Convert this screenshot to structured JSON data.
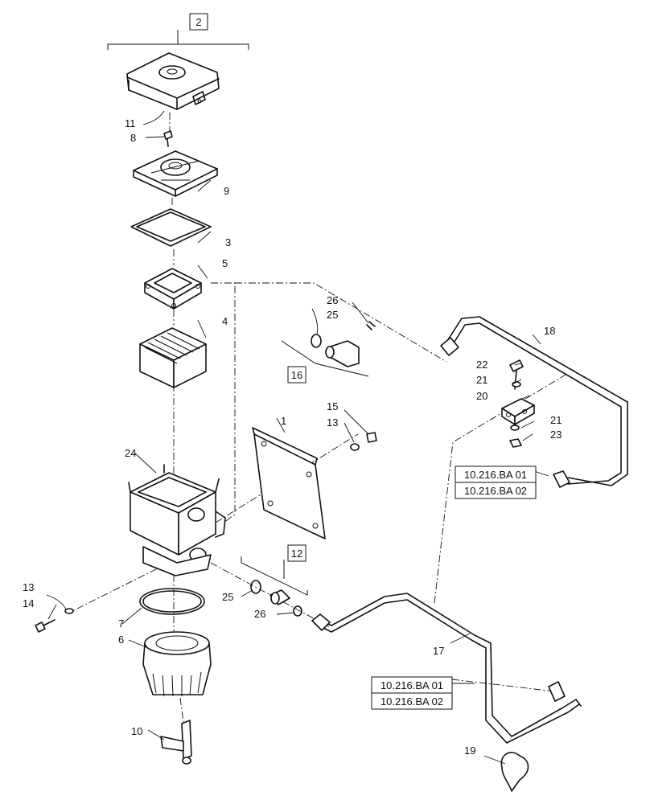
{
  "assembly_groups": [
    {
      "id": "group-2",
      "label": "2"
    },
    {
      "id": "group-12",
      "label": "12"
    },
    {
      "id": "group-16",
      "label": "16"
    }
  ],
  "callouts": [
    {
      "id": "c1",
      "label": "1"
    },
    {
      "id": "c3",
      "label": "3"
    },
    {
      "id": "c4",
      "label": "4"
    },
    {
      "id": "c5",
      "label": "5"
    },
    {
      "id": "c6",
      "label": "6"
    },
    {
      "id": "c7",
      "label": "7"
    },
    {
      "id": "c8",
      "label": "8"
    },
    {
      "id": "c9",
      "label": "9"
    },
    {
      "id": "c10",
      "label": "10"
    },
    {
      "id": "c11",
      "label": "11"
    },
    {
      "id": "c13a",
      "label": "13"
    },
    {
      "id": "c13b",
      "label": "13"
    },
    {
      "id": "c14",
      "label": "14"
    },
    {
      "id": "c15",
      "label": "15"
    },
    {
      "id": "c17",
      "label": "17"
    },
    {
      "id": "c18",
      "label": "18"
    },
    {
      "id": "c19",
      "label": "19"
    },
    {
      "id": "c20",
      "label": "20"
    },
    {
      "id": "c21a",
      "label": "21"
    },
    {
      "id": "c21b",
      "label": "21"
    },
    {
      "id": "c22",
      "label": "22"
    },
    {
      "id": "c23",
      "label": "23"
    },
    {
      "id": "c24",
      "label": "24"
    },
    {
      "id": "c25a",
      "label": "25"
    },
    {
      "id": "c25b",
      "label": "25"
    },
    {
      "id": "c26a",
      "label": "26"
    },
    {
      "id": "c26b",
      "label": "26"
    }
  ],
  "references": [
    {
      "id": "ref-upper",
      "lines": [
        "10.216.BA 01",
        "10.216.BA 02"
      ]
    },
    {
      "id": "ref-lower",
      "lines": [
        "10.216.BA 01",
        "10.216.BA 02"
      ]
    }
  ]
}
